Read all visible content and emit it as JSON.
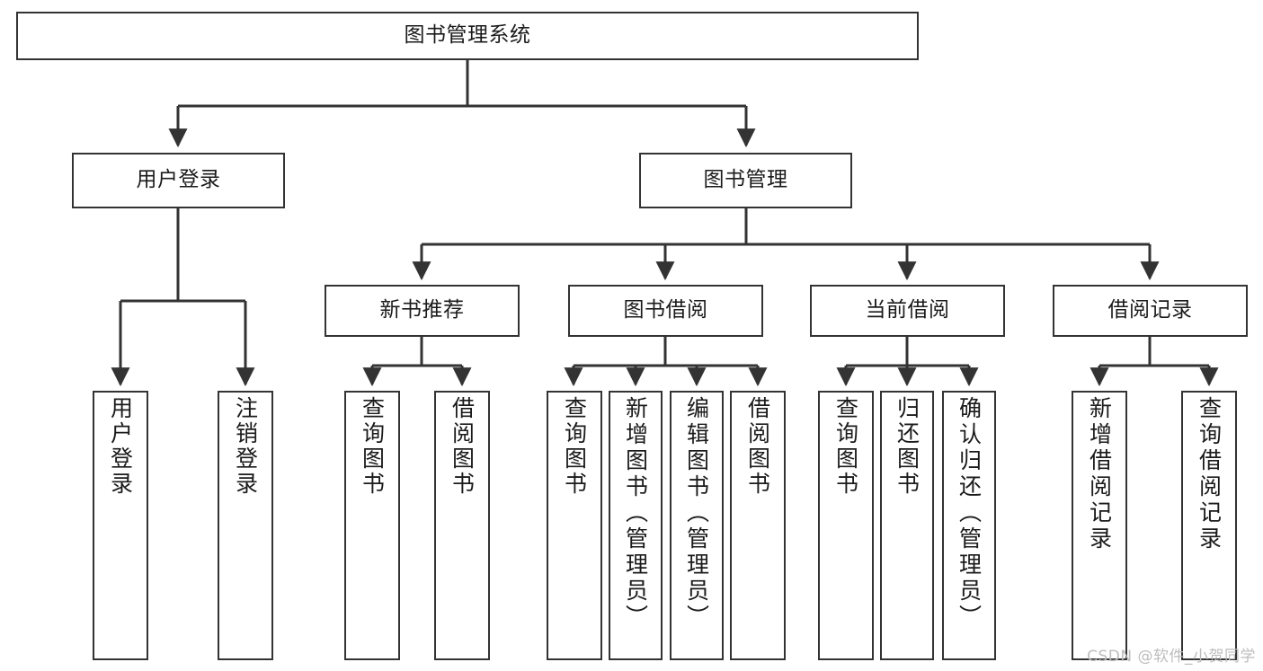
{
  "diagram": {
    "type": "tree-hierarchy",
    "title": "图书管理系统",
    "watermark": "CSDN @软件_小贺同学",
    "colors": {
      "stroke": "#333333",
      "fill": "#ffffff",
      "text": "#1b1b1b",
      "watermark": "#bdbdbd"
    },
    "nodes": {
      "root": {
        "label": "图书管理系统",
        "level": 1,
        "orientation": "horizontal"
      },
      "l2": [
        {
          "label": "用户登录",
          "level": 2,
          "orientation": "horizontal"
        },
        {
          "label": "图书管理",
          "level": 2,
          "orientation": "horizontal"
        }
      ],
      "l3": [
        {
          "label": "新书推荐",
          "level": 3,
          "orientation": "horizontal",
          "parent": "图书管理"
        },
        {
          "label": "图书借阅",
          "level": 3,
          "orientation": "horizontal",
          "parent": "图书管理"
        },
        {
          "label": "当前借阅",
          "level": 3,
          "orientation": "horizontal",
          "parent": "图书管理"
        },
        {
          "label": "借阅记录",
          "level": 3,
          "orientation": "horizontal",
          "parent": "图书管理"
        }
      ],
      "leaves_user_login": [
        {
          "label": "用户登录",
          "orientation": "vertical",
          "parent": "用户登录"
        },
        {
          "label": "注销登录",
          "orientation": "vertical",
          "parent": "用户登录"
        }
      ],
      "leaves_new_book": [
        {
          "label": "查询图书",
          "orientation": "vertical",
          "parent": "新书推荐"
        },
        {
          "label": "借阅图书",
          "orientation": "vertical",
          "parent": "新书推荐"
        }
      ],
      "leaves_borrow": [
        {
          "label": "查询图书",
          "orientation": "vertical",
          "parent": "图书借阅"
        },
        {
          "label": "新增图书（管理员）",
          "orientation": "vertical",
          "parent": "图书借阅"
        },
        {
          "label": "编辑图书（管理员）",
          "orientation": "vertical",
          "parent": "图书借阅"
        },
        {
          "label": "借阅图书",
          "orientation": "vertical",
          "parent": "图书借阅"
        }
      ],
      "leaves_current": [
        {
          "label": "查询图书",
          "orientation": "vertical",
          "parent": "当前借阅"
        },
        {
          "label": "归还图书",
          "orientation": "vertical",
          "parent": "当前借阅"
        },
        {
          "label": "确认归还（管理员）",
          "orientation": "vertical",
          "parent": "当前借阅"
        }
      ],
      "leaves_record": [
        {
          "label": "新增借阅记录",
          "orientation": "vertical",
          "parent": "借阅记录"
        },
        {
          "label": "查询借阅记录",
          "orientation": "vertical",
          "parent": "借阅记录"
        }
      ]
    }
  }
}
